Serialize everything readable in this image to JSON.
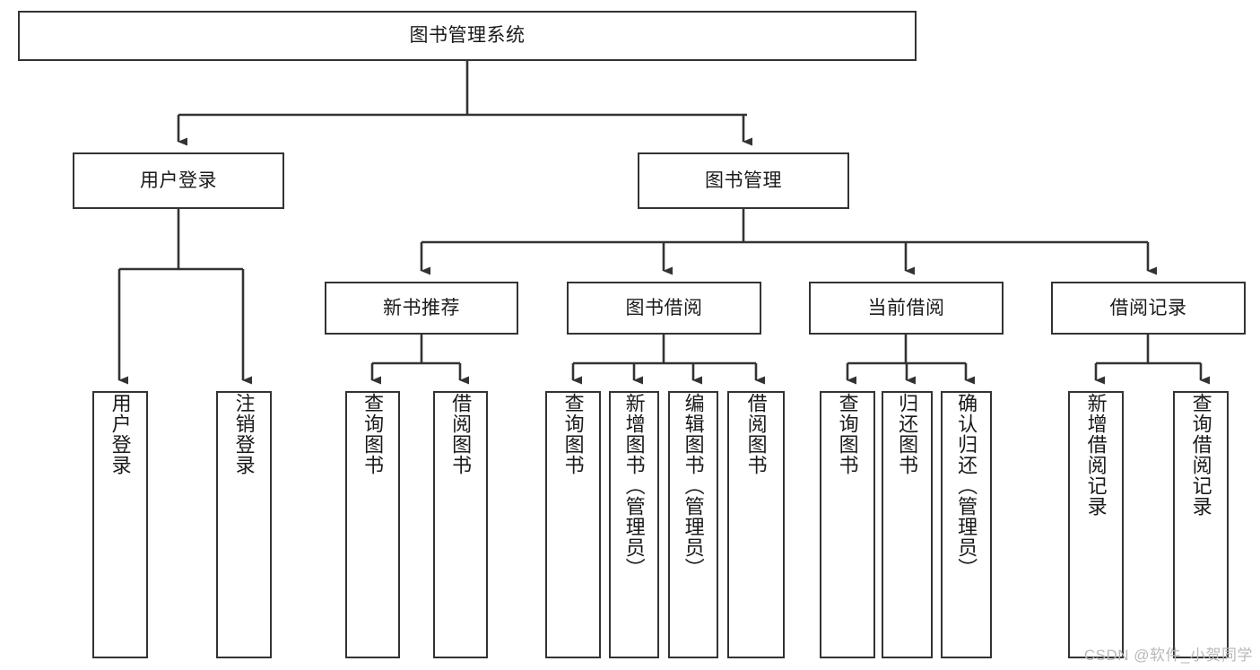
{
  "diagram": {
    "title": "图书管理系统",
    "watermark": "CSDN @软件_小贺同学",
    "colors": {
      "box_border": "#333333",
      "box_fill": "#ffffff",
      "line": "#333333",
      "text": "#1a1a1a",
      "watermark": "#b9b9b9",
      "background": "#ffffff"
    },
    "levels": {
      "level1": [
        {
          "id": "root",
          "label": "图书管理系统"
        }
      ],
      "level2": [
        {
          "id": "user-login",
          "label": "用户登录"
        },
        {
          "id": "book-manage",
          "label": "图书管理"
        }
      ],
      "level3": [
        {
          "id": "new-book-recommend",
          "label": "新书推荐"
        },
        {
          "id": "book-borrow",
          "label": "图书借阅"
        },
        {
          "id": "current-borrow",
          "label": "当前借阅"
        },
        {
          "id": "borrow-record",
          "label": "借阅记录"
        }
      ],
      "level4": [
        {
          "id": "leaf-user-login",
          "label": "用户登录",
          "parent": "user-login"
        },
        {
          "id": "leaf-user-logout",
          "label": "注销登录",
          "parent": "user-login"
        },
        {
          "id": "leaf-query-book-1",
          "label": "查询图书",
          "parent": "new-book-recommend"
        },
        {
          "id": "leaf-borrow-book-1",
          "label": "借阅图书",
          "parent": "new-book-recommend"
        },
        {
          "id": "leaf-query-book-2",
          "label": "查询图书",
          "parent": "book-borrow"
        },
        {
          "id": "leaf-add-book",
          "label": "新增图书（管理员）",
          "parent": "book-borrow"
        },
        {
          "id": "leaf-edit-book",
          "label": "编辑图书（管理员）",
          "parent": "book-borrow"
        },
        {
          "id": "leaf-borrow-book-2",
          "label": "借阅图书",
          "parent": "book-borrow"
        },
        {
          "id": "leaf-query-book-3",
          "label": "查询图书",
          "parent": "current-borrow"
        },
        {
          "id": "leaf-return-book",
          "label": "归还图书",
          "parent": "current-borrow"
        },
        {
          "id": "leaf-confirm-return",
          "label": "确认归还（管理员）",
          "parent": "current-borrow"
        },
        {
          "id": "leaf-add-record",
          "label": "新增借阅记录",
          "parent": "borrow-record"
        },
        {
          "id": "leaf-query-record",
          "label": "查询借阅记录",
          "parent": "borrow-record"
        }
      ]
    }
  }
}
